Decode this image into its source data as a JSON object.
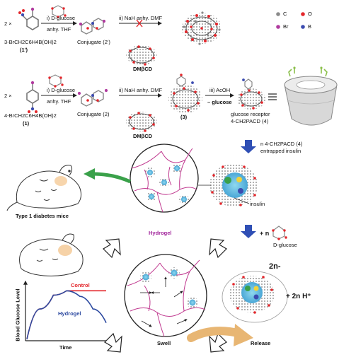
{
  "row1": {
    "coeff": "2 ×",
    "compound_label": "3-BrCH2C6H4B(OH)2",
    "compound_number": "(1')",
    "step1": "i)  D-glucose",
    "step1_solvent": "anhy. THF",
    "conjugate_label": "Conjugate (2')",
    "step2": "ii) NaH anhy. DMF",
    "cyclodextrin_label": "DMβCD"
  },
  "legend": [
    {
      "symbol": "C",
      "color": "#8a8a8a"
    },
    {
      "symbol": "O",
      "color": "#e3262b"
    },
    {
      "symbol": "Br",
      "color": "#b03a9e"
    },
    {
      "symbol": "B",
      "color": "#3b4bb0"
    }
  ],
  "row2": {
    "coeff": "2 ×",
    "compound_label": "4-BrCH2C6H4B(OH)2",
    "compound_number": "(1)",
    "step1": "i)  D-glucose",
    "step1_solvent": "anhy. THF",
    "conjugate_label": "Conjugate (2)",
    "step2": "ii) NaH anhy. DMF",
    "cyclodextrin_label": "DMβCD",
    "intermediate_label": "(3)",
    "step3": "iii) AcOH",
    "glucose_loss": "– glucose",
    "receptor_label_1": "glucose receptor",
    "receptor_label_2": "4-CH2PACD  (4)"
  },
  "entrap": {
    "line1": "n  4-CH2PACD  (4)",
    "line2": "entrapped insulin",
    "insulin_label": "insulin"
  },
  "mice_label": "Type 1 diabetes mice",
  "hydrogel_label": "Hydrogel",
  "glucose_add": {
    "text": "+ n",
    "label": "D-glucose"
  },
  "charge": "2n-",
  "proton": "+ 2n H⁺",
  "swell_label": "Swell",
  "release_label": "Release",
  "chart_data": {
    "type": "line",
    "title": "",
    "xlabel": "Time",
    "ylabel": "Blood Glucose Level",
    "series": [
      {
        "name": "Control",
        "color": "#e3262b",
        "values": [
          0,
          55,
          80,
          88,
          88,
          88,
          88
        ]
      },
      {
        "name": "Hydrogel",
        "color": "#2d4aa0",
        "values": [
          0,
          55,
          80,
          88,
          78,
          55,
          30
        ]
      }
    ],
    "x": [
      0,
      1,
      2,
      3,
      4,
      5,
      6
    ],
    "ylim": [
      0,
      100
    ],
    "grid": false
  },
  "colors": {
    "arrow_blue": "#2f4fb5",
    "arrow_green": "#3aa14a",
    "arrow_orange": "#e8b673",
    "hydrogel_line": "#c0398f",
    "control": "#e3262b",
    "hydrogel": "#2d4aa0"
  }
}
